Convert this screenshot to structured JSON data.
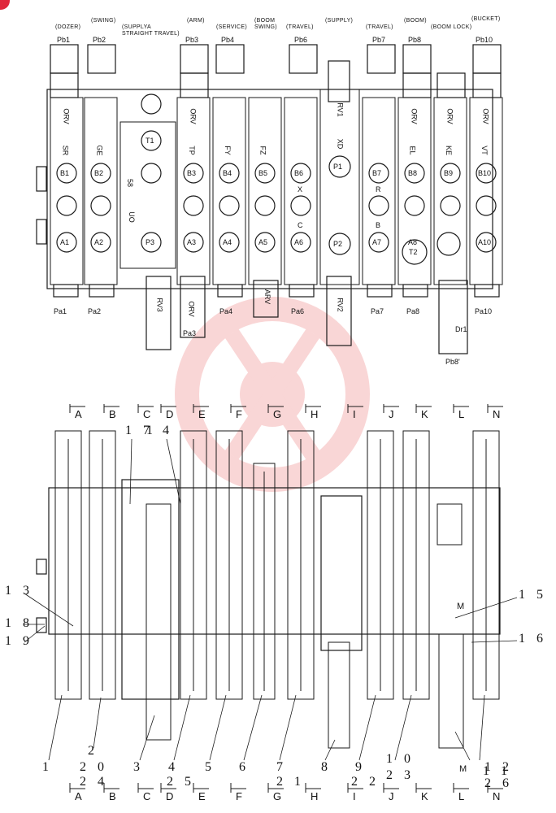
{
  "top_labels": {
    "dozer": "(DOZER)",
    "swing": "(SWING)",
    "supply_straight": "(SUPPLYA STRAIGHT TRAVEL)",
    "arm": "(ARM)",
    "service": "(SERVICE)",
    "boom_swing": "(BOOM SWING)",
    "travel1": "(TRAVEL)",
    "supply": "(SUPPLY)",
    "travel2": "(TRAVEL)",
    "boom": "(BOOM)",
    "boom_lock": "(BOOM LOCK)",
    "bucket": "(BUCKET)"
  },
  "pb_ports": [
    "Pb1",
    "Pb2",
    "Pb3",
    "Pb4",
    "Pb6",
    "Pb7",
    "Pb8",
    "Pb10"
  ],
  "pa_ports": [
    "Pa1",
    "Pa2",
    "Pa3",
    "Pa4",
    "Pa6",
    "Pa7",
    "Pa8",
    "Pa10"
  ],
  "b_ports": [
    "B1",
    "B2",
    "B3",
    "B4",
    "B5",
    "B6",
    "B7",
    "B8",
    "B9",
    "B10"
  ],
  "a_ports": [
    "A1",
    "A2",
    "A3",
    "A4",
    "A5",
    "A6",
    "A7",
    "A8",
    "A10"
  ],
  "spool_codes": [
    "SR",
    "GE",
    "TP",
    "FY",
    "FZ",
    "XD",
    "EL",
    "KE",
    "VT"
  ],
  "misc": {
    "t1": "T1",
    "p1": "P1",
    "p2": "P2",
    "p3": "P3",
    "t2": "T2",
    "rv1": "RV1",
    "rv2": "RV2",
    "rv3": "RV3",
    "arv": "ARV",
    "orv": "ORV",
    "dr1": "Dr1",
    "pb8p": "Pb8'",
    "uo": "UO",
    "n58": "58",
    "x": "X",
    "c": "C",
    "r": "R",
    "b": "B",
    "m": "M"
  },
  "section_letters": [
    "A",
    "B",
    "C",
    "D",
    "E",
    "F",
    "G",
    "H",
    "I",
    "J",
    "K",
    "L",
    "N"
  ],
  "part_numbers": {
    "n1": "1",
    "n2": "2",
    "n20": "2 0",
    "n24": "2 4",
    "n3": "3",
    "n4": "4",
    "n25": "2 5",
    "n5": "5",
    "n6": "6",
    "n7": "7",
    "n21": "2 1",
    "n8": "8",
    "n22": "2 2",
    "n9": "9",
    "n10": "1 0",
    "n23": "2 3",
    "n3b": "3",
    "n11": "1 1",
    "n12": "1 2",
    "n26": "2 6",
    "n13": "1 3",
    "n18": "1 8",
    "n19": "1 9",
    "n15": "1 5",
    "n16": "1 6",
    "n17": "1 7",
    "n1b": "1",
    "n4b": "4",
    "mbot": "M",
    "mmid": "M"
  }
}
